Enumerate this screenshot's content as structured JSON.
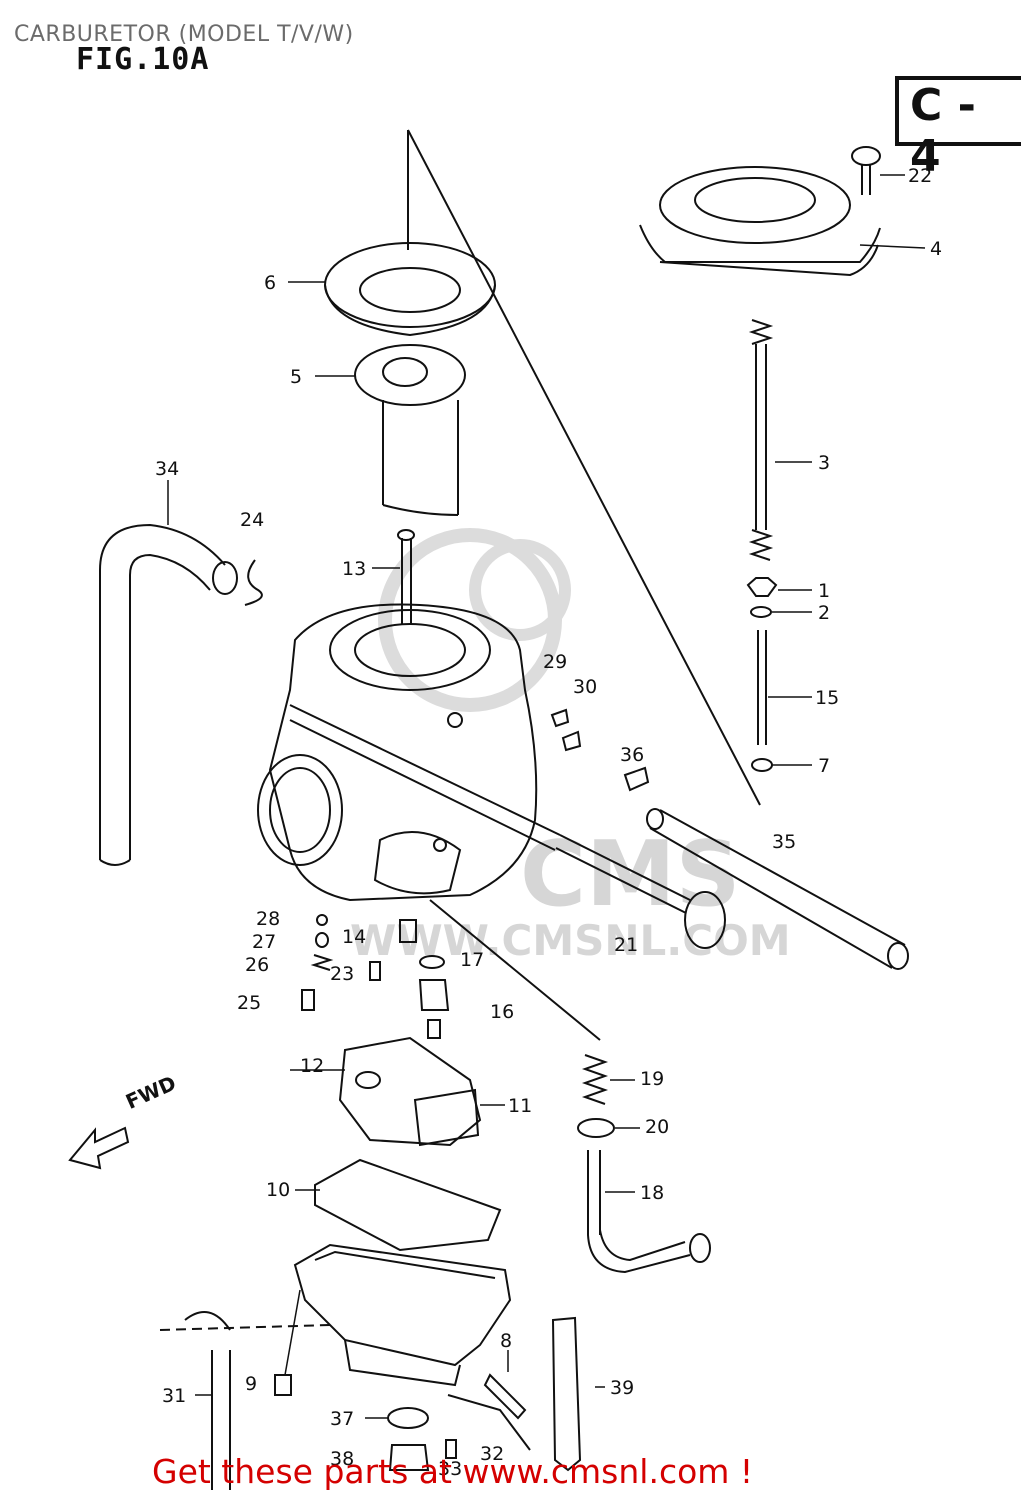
{
  "header": {
    "title": "CARBURETOR (MODEL T/V/W)",
    "figure": "FIG.10A",
    "section": "C - 4"
  },
  "diagram": {
    "fwd_label": "FWD",
    "watermark_text": "WWW.CMSNL.COM",
    "watermark_logo_text": "CMS",
    "parts": [
      "1",
      "2",
      "3",
      "4",
      "5",
      "6",
      "7",
      "8",
      "9",
      "10",
      "11",
      "12",
      "13",
      "14",
      "15",
      "16",
      "17",
      "18",
      "19",
      "20",
      "21",
      "22",
      "23",
      "24",
      "25",
      "26",
      "27",
      "28",
      "29",
      "30",
      "31",
      "32",
      "33",
      "34",
      "35",
      "36",
      "37",
      "38",
      "39"
    ]
  },
  "footer": {
    "cta": "Get these parts at www.cmsnl.com !"
  }
}
